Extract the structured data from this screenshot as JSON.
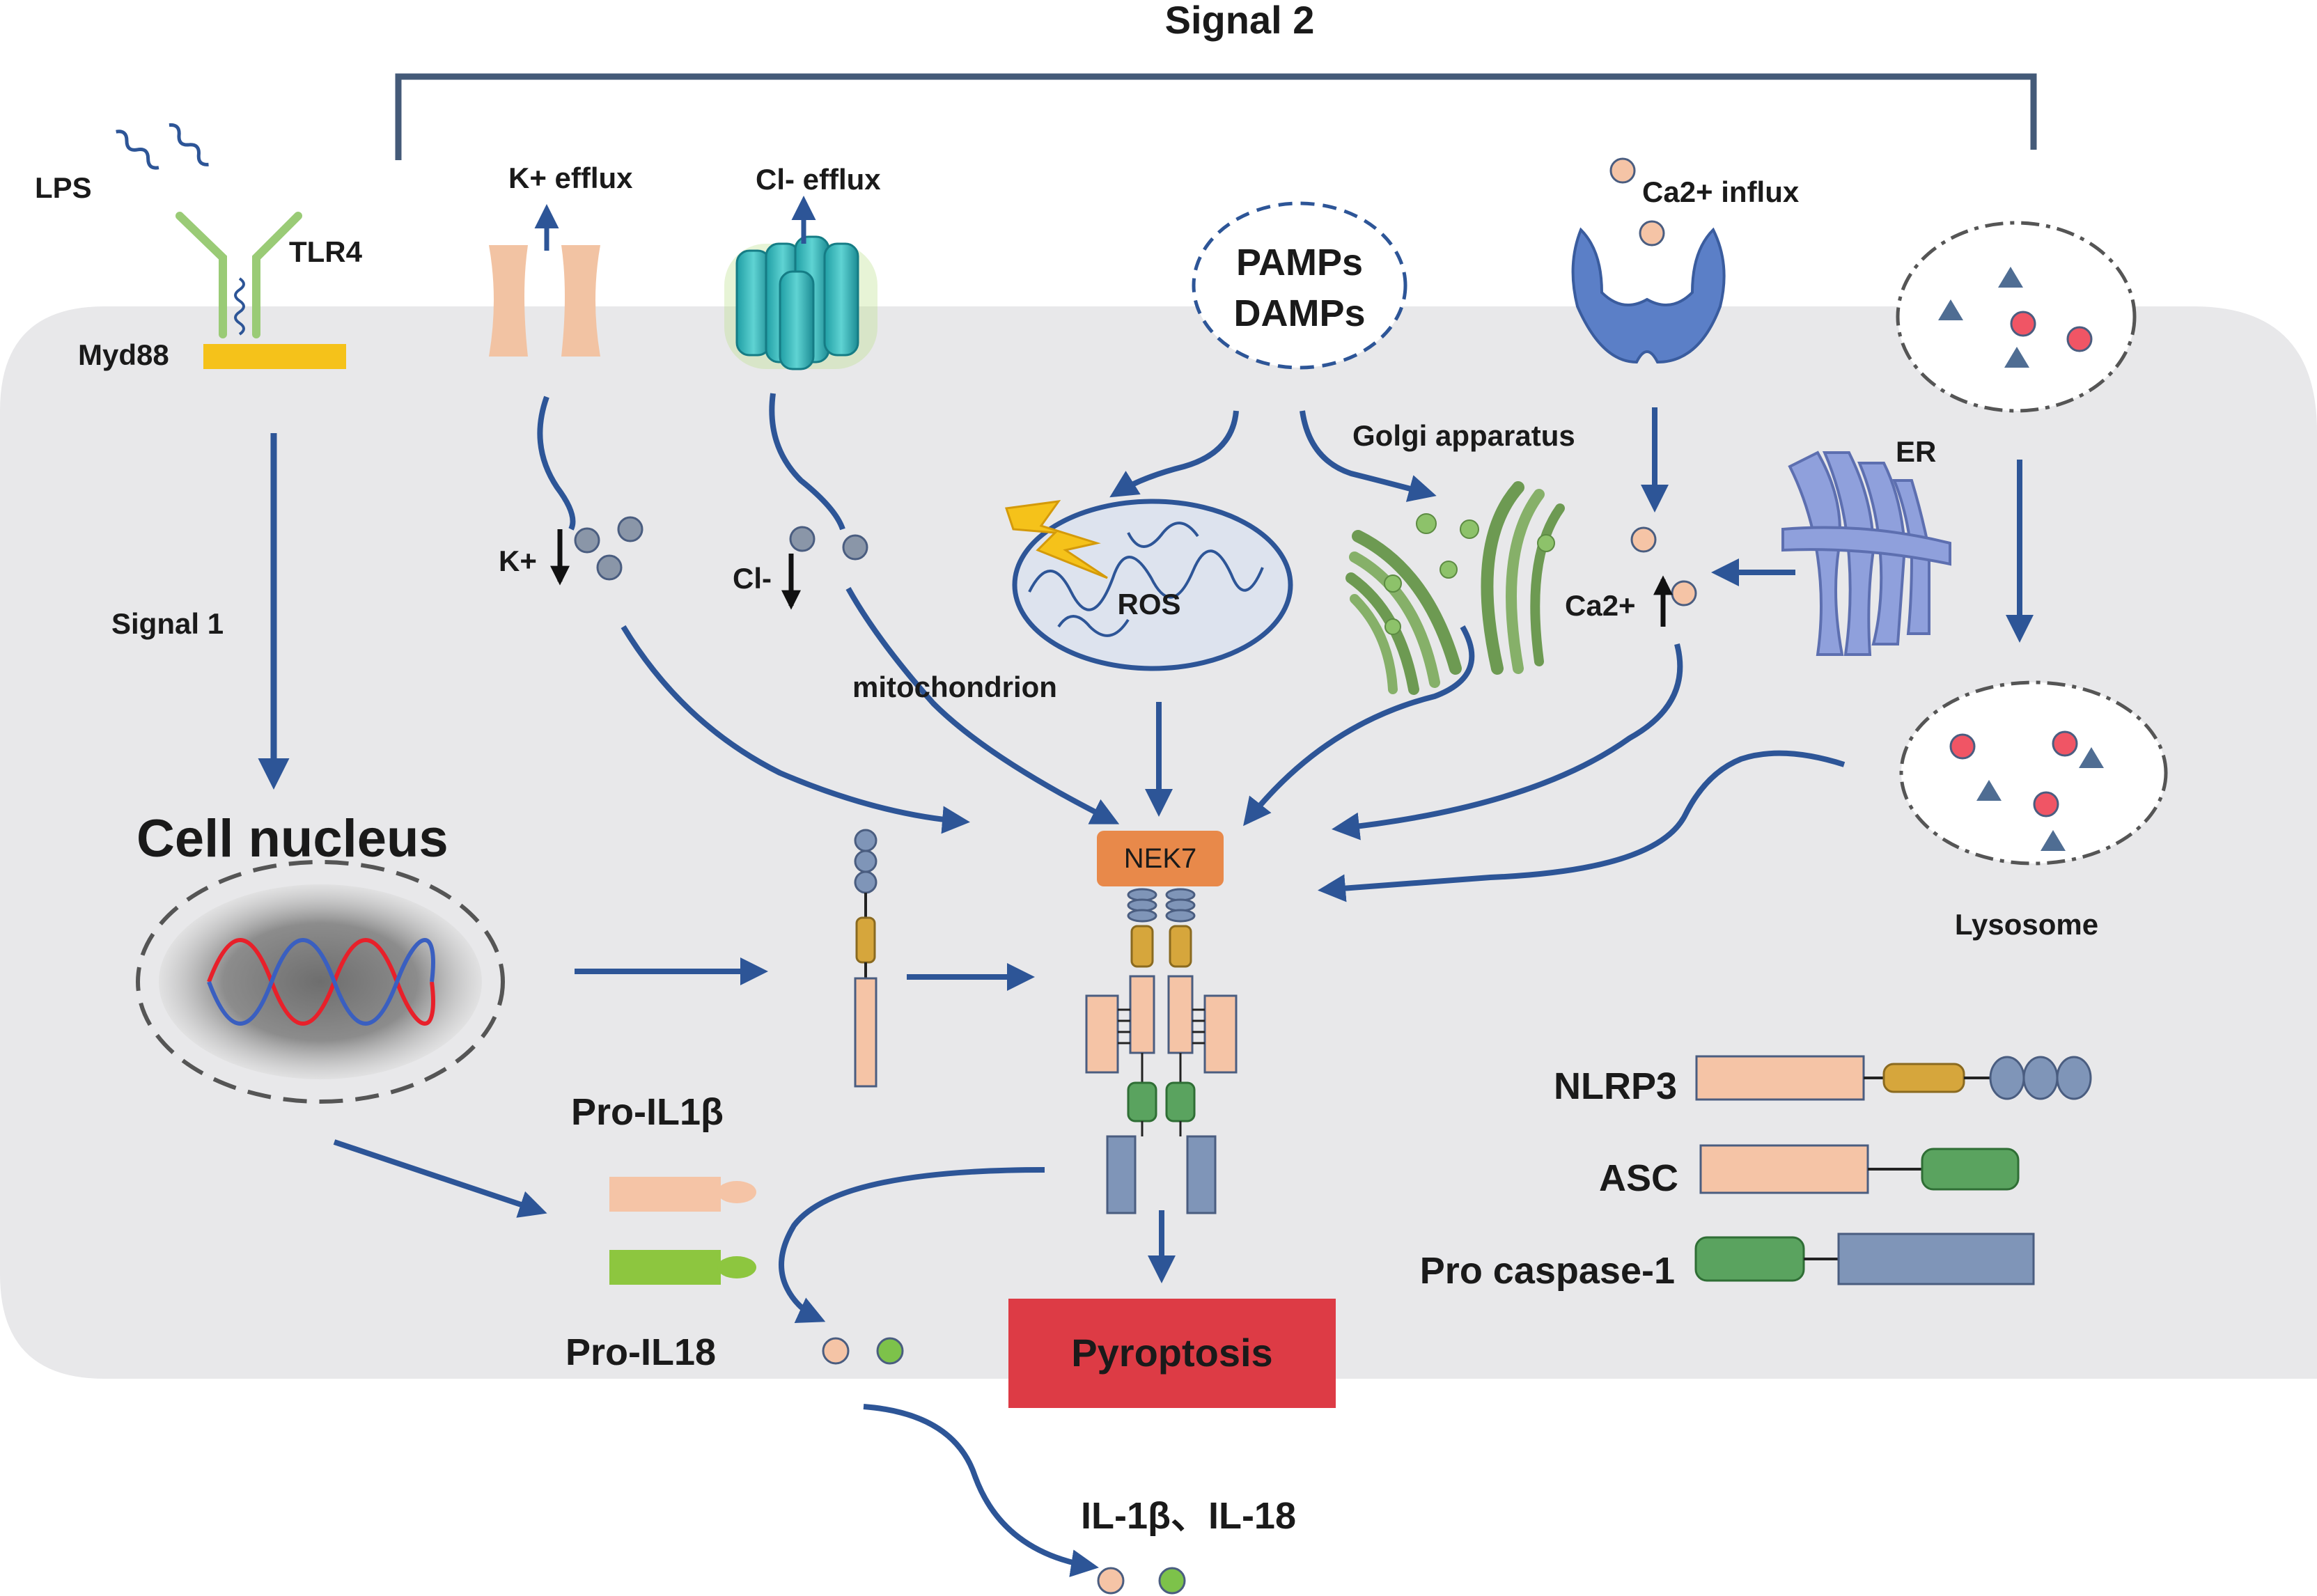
{
  "signal2": "Signal 2",
  "signal1": "Signal 1",
  "receptor": {
    "lps": "LPS",
    "tlr4": "TLR4",
    "myd88": "Myd88"
  },
  "ions": {
    "k_efflux": "K+ efflux",
    "cl_efflux": "Cl- efflux",
    "ca_influx": "Ca2+ influx",
    "k_low": "K+",
    "cl_low": "Cl-",
    "ca_high": "Ca2+"
  },
  "stimuli": {
    "pamps": "PAMPs",
    "damps": "DAMPs"
  },
  "organelles": {
    "ros": "ROS",
    "mitochondrion": "mitochondrion",
    "golgi": "Golgi apparatus",
    "er": "ER",
    "lysosome": "Lysosome",
    "nucleus": "Cell nucleus"
  },
  "nek7": "NEK7",
  "pro_il1b": "Pro-IL1β",
  "pro_il18": "Pro-IL18",
  "pyroptosis": "Pyroptosis",
  "secreted": "IL-1β、IL-18",
  "legend": {
    "nlrp3": "NLRP3",
    "asc": "ASC",
    "pro_casp1": "Pro caspase-1"
  },
  "colors": {
    "arrow": "#2d5597",
    "cell": "#e8e8ea",
    "nek7": "#e8894a",
    "pyroptosis": "#dd3b45",
    "pink": "#f5c4a6",
    "green": "#5aa35f",
    "blue": "#7f95b8",
    "gold": "#d6a63c",
    "myd88": "#f5c21a"
  }
}
